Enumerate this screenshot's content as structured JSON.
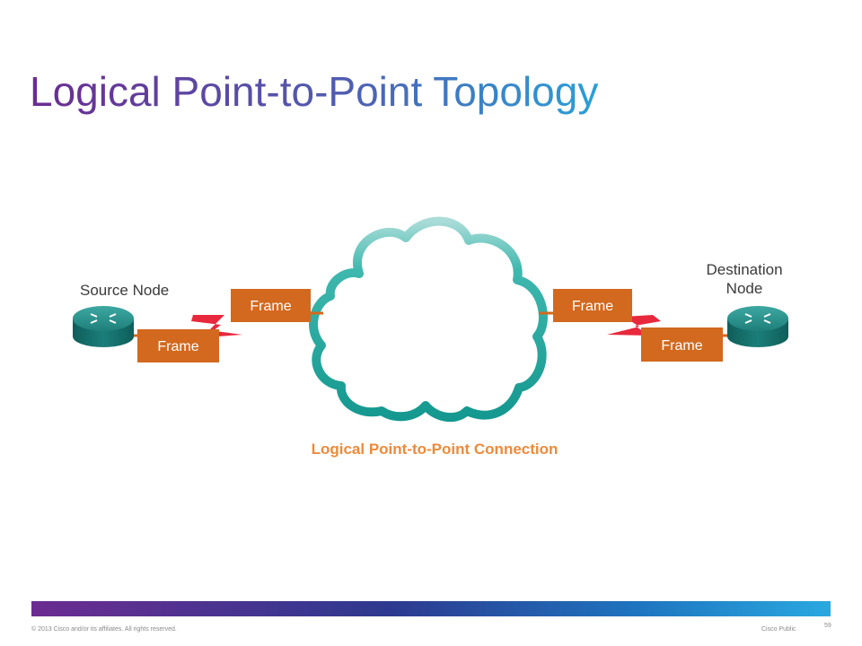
{
  "slide": {
    "title": "Logical Point-to-Point Topology"
  },
  "diagram": {
    "source_node_label": "Source Node",
    "destination_node_label_lines": [
      "Destination",
      "Node"
    ],
    "frame_labels": [
      "Frame",
      "Frame",
      "Frame",
      "Frame"
    ],
    "connection_label": "Logical Point-to-Point Connection",
    "colors": {
      "frame_fill": "#d2691e",
      "frame_text": "#ffffff",
      "link": "#e8283c",
      "cloud_stroke": "#1aa39a",
      "router_top": "#2d8e8a",
      "router_side": "#136a66",
      "connection_label": "#ee8a3a"
    },
    "icons": [
      "router-icon",
      "cloud-icon",
      "serial-link-icon"
    ]
  },
  "footer": {
    "copyright": "© 2013 Cisco and/or its affiliates. All rights reserved.",
    "classification": "Cisco Public",
    "page_number": "59"
  }
}
